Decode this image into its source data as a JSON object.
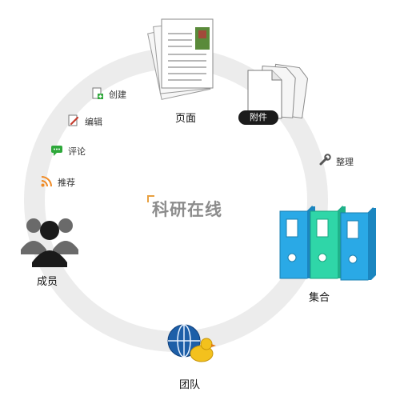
{
  "center": {
    "title": "科研在线"
  },
  "nodes": {
    "pages": "页面",
    "attachment": "附件",
    "organize": "整理",
    "collection": "集合",
    "team": "团队",
    "members": "成员"
  },
  "actions": [
    {
      "label": "创建",
      "icon": "create-doc-icon"
    },
    {
      "label": "编辑",
      "icon": "edit-doc-icon"
    },
    {
      "label": "评论",
      "icon": "comment-icon"
    },
    {
      "label": "推荐",
      "icon": "rss-icon"
    }
  ],
  "colors": {
    "ring": "#ececec",
    "folder_blue": "#2aa9e6",
    "folder_green": "#2fd6a8",
    "team_globe": "#1d5fa8",
    "team_duck": "#f3c11d"
  }
}
